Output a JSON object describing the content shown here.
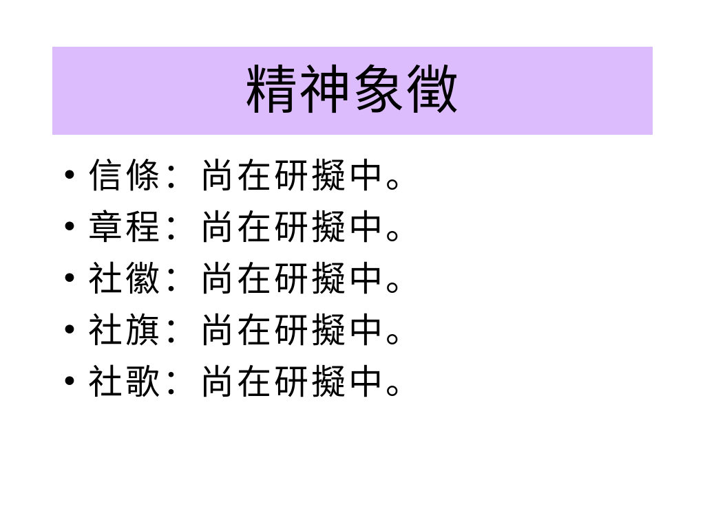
{
  "slide": {
    "title": "精神象徵",
    "title_background": "#dcbcfc",
    "bullet_glyph": "•",
    "items": [
      {
        "text": "信條：尚在研擬中。"
      },
      {
        "text": "章程：尚在研擬中。"
      },
      {
        "text": "社徽：尚在研擬中。"
      },
      {
        "text": "社旗：尚在研擬中。"
      },
      {
        "text": "社歌：尚在研擬中。"
      }
    ]
  }
}
